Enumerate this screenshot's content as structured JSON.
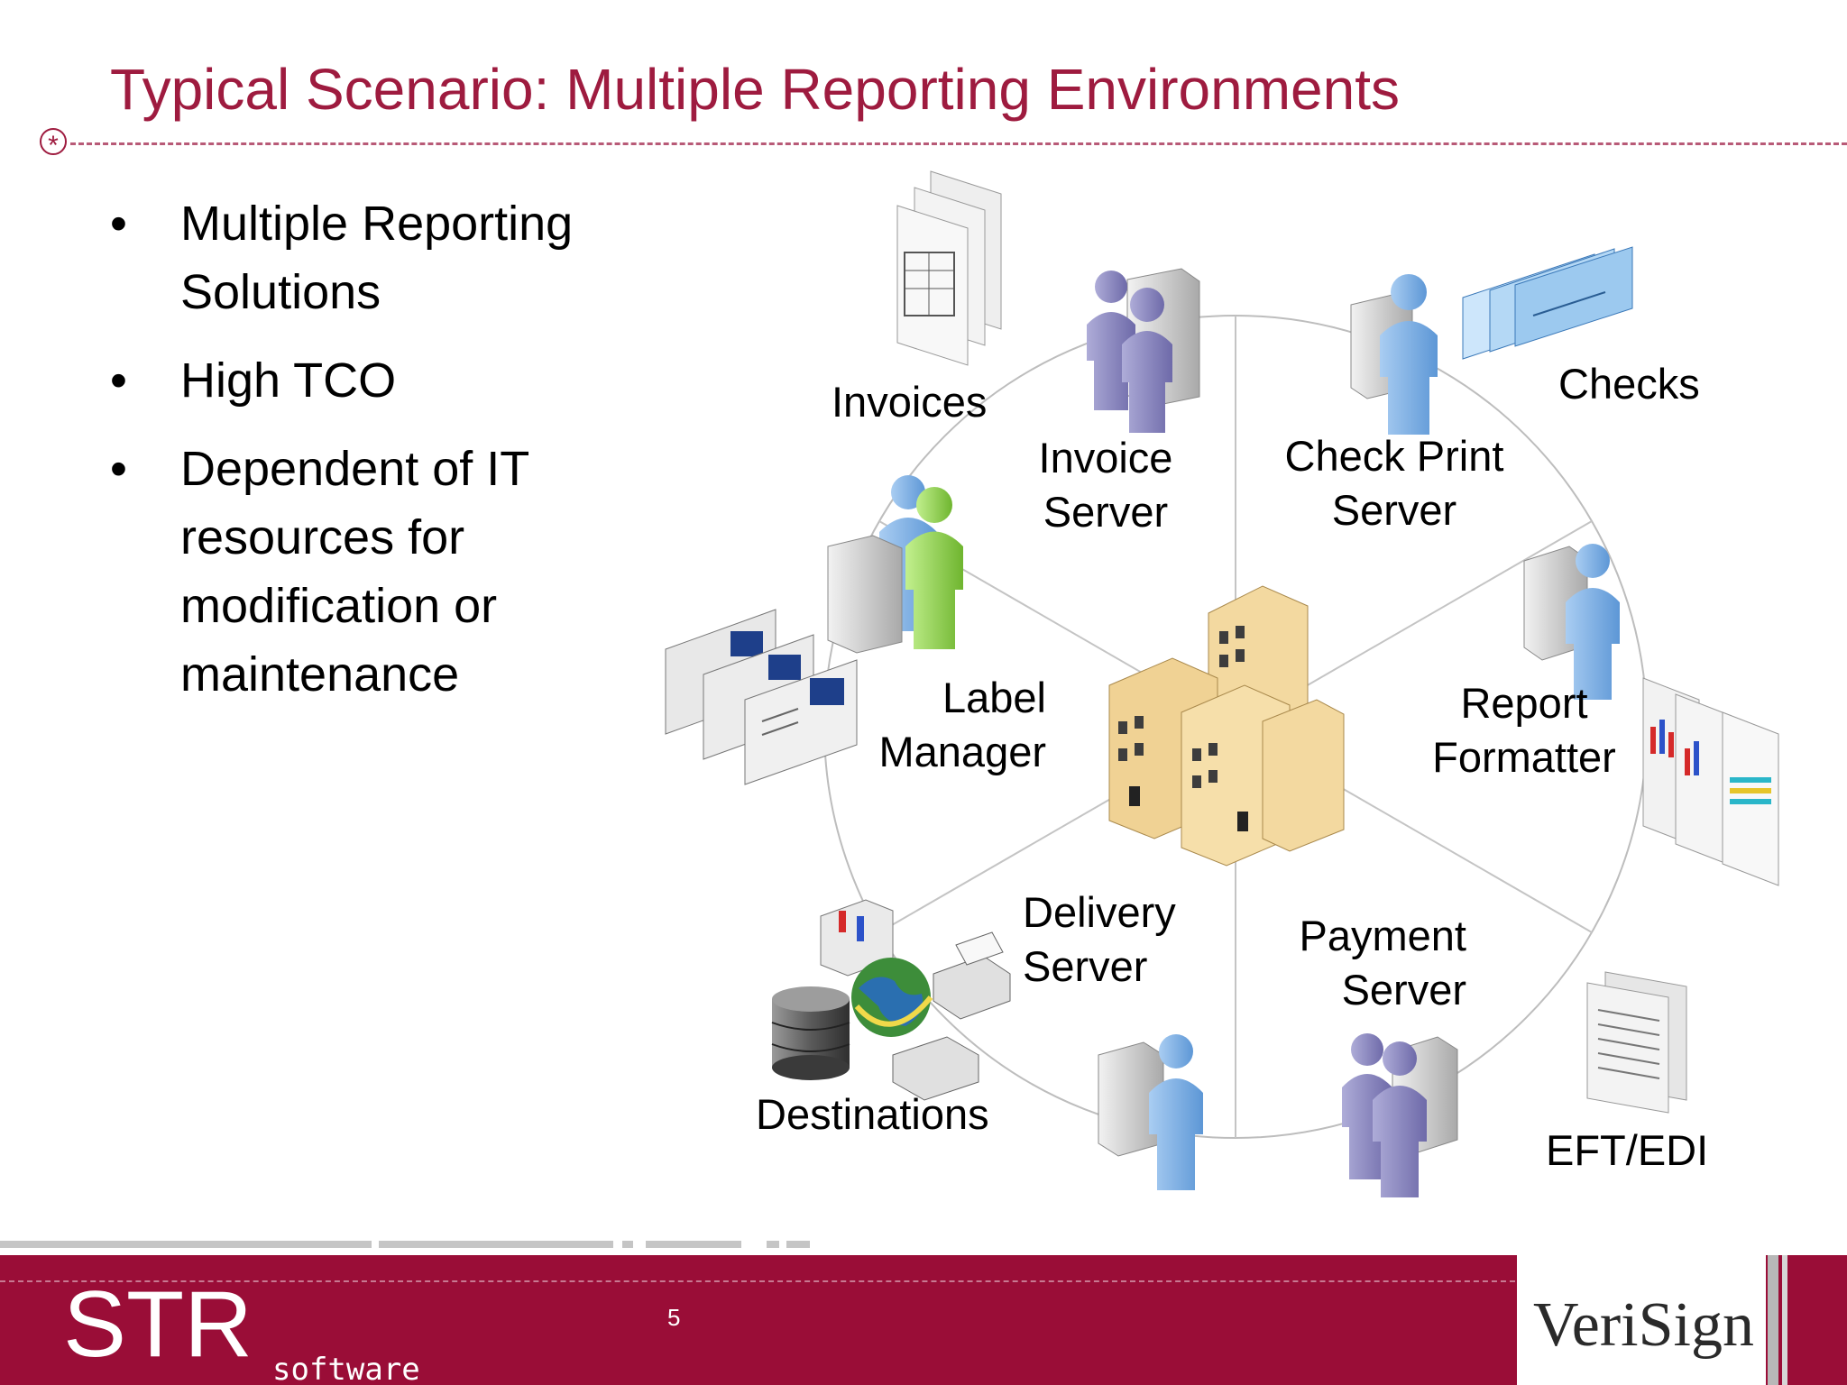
{
  "slide": {
    "title": "Typical Scenario: Multiple Reporting Environments",
    "bullet_marker": "•",
    "bullets": [
      "Multiple Reporting Solutions",
      "High TCO",
      "Dependent of IT resources for modification or maintenance"
    ],
    "page_number": "5"
  },
  "diagram": {
    "labels": {
      "invoices": "Invoices",
      "invoice_server_1": "Invoice",
      "invoice_server_2": "Server",
      "check_print_server_1": "Check Print",
      "check_print_server_2": "Server",
      "checks": "Checks",
      "label_manager_1": "Label",
      "label_manager_2": "Manager",
      "report_formatter_1": "Report",
      "report_formatter_2": "Formatter",
      "delivery_server_1": "Delivery",
      "delivery_server_2": "Server",
      "payment_server_1": "Payment",
      "payment_server_2": "Server",
      "destinations": "Destinations",
      "eft_edi": "EFT/EDI"
    },
    "icons": [
      "documents-icon",
      "server-icon",
      "user-icon",
      "checks-icon",
      "buildings-icon",
      "report-chart-icon",
      "globe-icon",
      "database-icon",
      "fax-icon",
      "printer-icon",
      "monitor-screen-icon"
    ],
    "colors": {
      "title": "#9e1b3f",
      "footer": "#9a0d37",
      "person_blue": "#7fb3e6",
      "person_purple": "#8c89c2",
      "person_green": "#8fd44f",
      "building": "#f3d9a0",
      "check": "#9cc9ef"
    }
  },
  "footer": {
    "logo_str": "STR",
    "logo_software": "software",
    "partner_logo": "VeriSign"
  }
}
